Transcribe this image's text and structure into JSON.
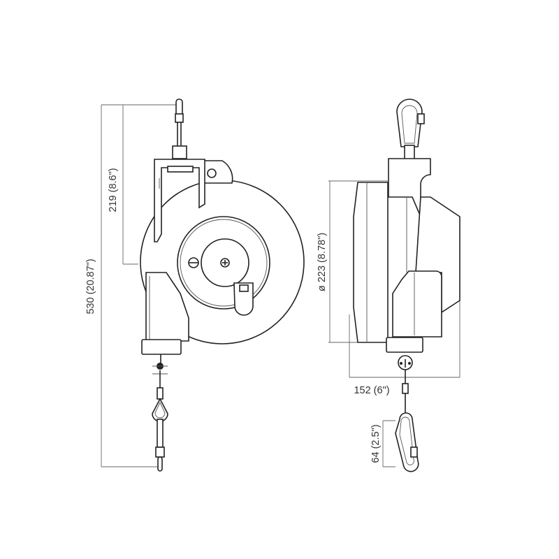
{
  "drawing": {
    "subject": "spring tool balancer",
    "views": [
      {
        "name": "front-view",
        "description": "side reel view with cable and eye hook"
      },
      {
        "name": "side-view",
        "description": "profile view with top and bottom carabiners"
      }
    ]
  },
  "dimensions": {
    "total_height": {
      "value": "530 (20.87\")",
      "mm": 530,
      "inch": 20.87
    },
    "top_to_hook_center": {
      "value": "219 (8.6\")",
      "mm": 219,
      "inch": 8.6
    },
    "drum_diameter": {
      "value": "ø 223 (8.78\")",
      "mm": 223,
      "inch": 8.78
    },
    "depth": {
      "value": "152 (6\")",
      "mm": 152,
      "inch": 6
    },
    "carabiner_length": {
      "value": "64 (2.5\")",
      "mm": 64,
      "inch": 2.5
    }
  },
  "colors": {
    "line": "#222222",
    "dimension": "#666666",
    "background": "#ffffff"
  }
}
